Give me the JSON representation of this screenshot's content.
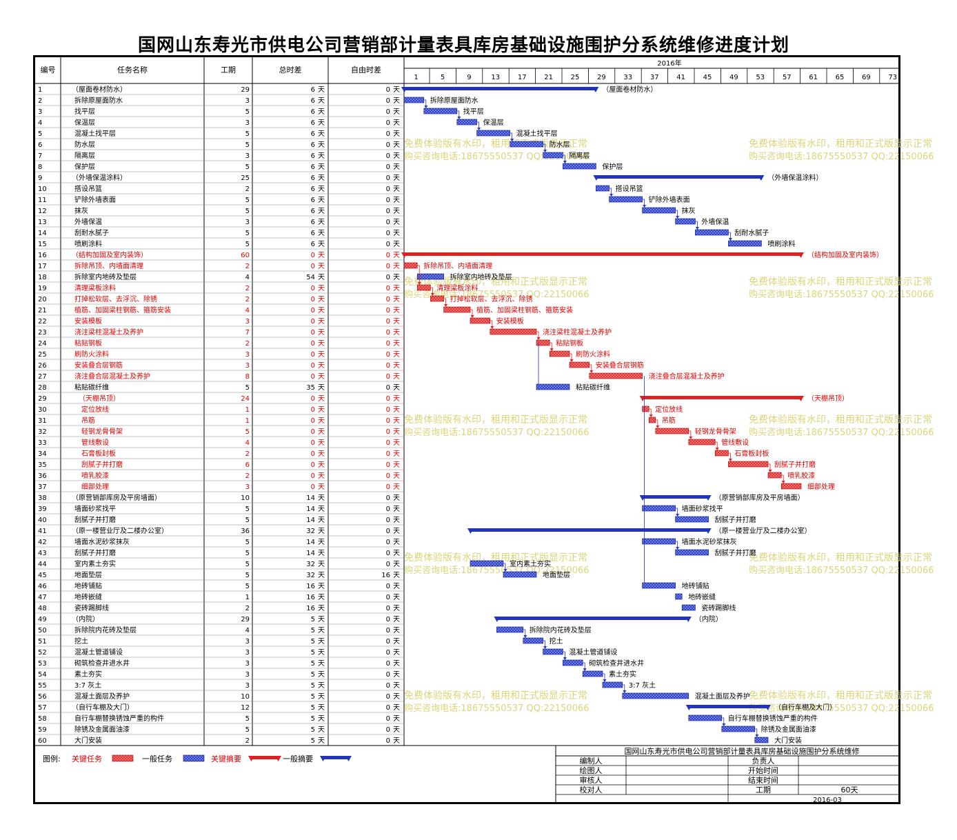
{
  "title": "国网山东寿光市供电公司营销部计量表具库房基础设施围护分系统维修进度计划",
  "columns": {
    "id": "编号",
    "name": "任务名称",
    "dur": "工期",
    "total": "总时差",
    "free": "自由时差"
  },
  "year_label": "2016年",
  "time_ticks": [
    1,
    5,
    9,
    13,
    17,
    21,
    25,
    29,
    33,
    37,
    41,
    45,
    49,
    53,
    57,
    61,
    65,
    69,
    73
  ],
  "unit": "天",
  "colors": {
    "critical": "#dd2222",
    "normal": "#2233bb",
    "text_critical": "#dd0000",
    "text_normal": "#000000"
  },
  "watermark": {
    "line1": "免费体验版有水印，租用和正式版显示正常",
    "line2": "购买咨询电话:18675550537 QQ:22150066"
  },
  "legend": {
    "label": "图例:",
    "critical_task": "关键任务",
    "normal_task": "一般任务",
    "critical_summary": "关键摘要",
    "normal_summary": "一般摘要"
  },
  "info_block": {
    "title": "国网山东寿光市供电公司营销部计量表具库房基础设施围护分系统维修",
    "rows": [
      [
        "编制人",
        "",
        "负责人",
        ""
      ],
      [
        "绘图人",
        "",
        "开始时间",
        ""
      ],
      [
        "审核人",
        "",
        "结束时间",
        ""
      ],
      [
        "校对人",
        "",
        "工期",
        "60天"
      ]
    ],
    "date": "2016-03"
  },
  "chart_data": {
    "type": "gantt",
    "x_axis_label": "2016年",
    "xlim": [
      0,
      75
    ],
    "tasks": [
      {
        "id": 1,
        "name": "（屋面卷材防水）",
        "dur": 29,
        "total": 6,
        "free": 0,
        "start": 0,
        "critical": false,
        "summary": true,
        "indent": 0
      },
      {
        "id": 2,
        "name": "拆除原屋面防水",
        "dur": 3,
        "total": 6,
        "free": 0,
        "start": 0,
        "critical": false,
        "summary": false,
        "indent": 0
      },
      {
        "id": 3,
        "name": "找平层",
        "dur": 5,
        "total": 6,
        "free": 0,
        "start": 3,
        "critical": false,
        "summary": false,
        "indent": 0
      },
      {
        "id": 4,
        "name": "保温层",
        "dur": 3,
        "total": 6,
        "free": 0,
        "start": 8,
        "critical": false,
        "summary": false,
        "indent": 0
      },
      {
        "id": 5,
        "name": "混凝土找平层",
        "dur": 5,
        "total": 6,
        "free": 0,
        "start": 11,
        "critical": false,
        "summary": false,
        "indent": 0
      },
      {
        "id": 6,
        "name": "防水层",
        "dur": 5,
        "total": 6,
        "free": 0,
        "start": 16,
        "critical": false,
        "summary": false,
        "indent": 0
      },
      {
        "id": 7,
        "name": "隔离层",
        "dur": 3,
        "total": 6,
        "free": 0,
        "start": 21,
        "critical": false,
        "summary": false,
        "indent": 0
      },
      {
        "id": 8,
        "name": "保护层",
        "dur": 5,
        "total": 6,
        "free": 0,
        "start": 24,
        "critical": false,
        "summary": false,
        "indent": 0
      },
      {
        "id": 9,
        "name": "（外墙保温涂料）",
        "dur": 25,
        "total": 6,
        "free": 0,
        "start": 29,
        "critical": false,
        "summary": true,
        "indent": 0
      },
      {
        "id": 10,
        "name": "搭设吊篮",
        "dur": 2,
        "total": 6,
        "free": 0,
        "start": 29,
        "critical": false,
        "summary": false,
        "indent": 0
      },
      {
        "id": 11,
        "name": "铲除外墙表面",
        "dur": 5,
        "total": 6,
        "free": 0,
        "start": 31,
        "critical": false,
        "summary": false,
        "indent": 0
      },
      {
        "id": 12,
        "name": "抹灰",
        "dur": 5,
        "total": 6,
        "free": 0,
        "start": 36,
        "critical": false,
        "summary": false,
        "indent": 0
      },
      {
        "id": 13,
        "name": "外墙保温",
        "dur": 3,
        "total": 6,
        "free": 0,
        "start": 41,
        "critical": false,
        "summary": false,
        "indent": 0
      },
      {
        "id": 14,
        "name": "刮耐水腻子",
        "dur": 5,
        "total": 6,
        "free": 0,
        "start": 44,
        "critical": false,
        "summary": false,
        "indent": 0
      },
      {
        "id": 15,
        "name": "喷刷涂料",
        "dur": 5,
        "total": 6,
        "free": 0,
        "start": 49,
        "critical": false,
        "summary": false,
        "indent": 0
      },
      {
        "id": 16,
        "name": "（结构加固及室内装饰）",
        "dur": 60,
        "total": 0,
        "free": 0,
        "start": 0,
        "critical": true,
        "summary": true,
        "indent": 0
      },
      {
        "id": 17,
        "name": "拆除吊顶、内墙面清理",
        "dur": 2,
        "total": 0,
        "free": 0,
        "start": 0,
        "critical": true,
        "summary": false,
        "indent": 0
      },
      {
        "id": 18,
        "name": "拆除室内地砖及垫层",
        "dur": 4,
        "total": 54,
        "free": 0,
        "start": 2,
        "critical": false,
        "summary": false,
        "indent": 0
      },
      {
        "id": 19,
        "name": "清理梁板涂料",
        "dur": 2,
        "total": 0,
        "free": 0,
        "start": 2,
        "critical": true,
        "summary": false,
        "indent": 0
      },
      {
        "id": 20,
        "name": "打掉松软层、去浮沉、除锈",
        "dur": 2,
        "total": 0,
        "free": 0,
        "start": 4,
        "critical": true,
        "summary": false,
        "indent": 0
      },
      {
        "id": 21,
        "name": "植筋、加固梁柱钢筋、箍筋安装",
        "dur": 4,
        "total": 0,
        "free": 0,
        "start": 6,
        "critical": true,
        "summary": false,
        "indent": 0
      },
      {
        "id": 22,
        "name": "安装模板",
        "dur": 3,
        "total": 0,
        "free": 0,
        "start": 10,
        "critical": true,
        "summary": false,
        "indent": 0
      },
      {
        "id": 23,
        "name": "浇注梁柱混凝土及养护",
        "dur": 7,
        "total": 0,
        "free": 0,
        "start": 13,
        "critical": true,
        "summary": false,
        "indent": 0
      },
      {
        "id": 24,
        "name": "粘贴钢板",
        "dur": 2,
        "total": 0,
        "free": 0,
        "start": 20,
        "critical": true,
        "summary": false,
        "indent": 0
      },
      {
        "id": 25,
        "name": "刷防火涂料",
        "dur": 3,
        "total": 0,
        "free": 0,
        "start": 22,
        "critical": true,
        "summary": false,
        "indent": 0
      },
      {
        "id": 26,
        "name": "安装叠合层钢筋",
        "dur": 3,
        "total": 0,
        "free": 0,
        "start": 25,
        "critical": true,
        "summary": false,
        "indent": 0
      },
      {
        "id": 27,
        "name": "浇注叠合层混凝土及养护",
        "dur": 8,
        "total": 0,
        "free": 0,
        "start": 28,
        "critical": true,
        "summary": false,
        "indent": 0
      },
      {
        "id": 28,
        "name": "粘贴碳纤维",
        "dur": 5,
        "total": 35,
        "free": 0,
        "start": 20,
        "critical": false,
        "summary": false,
        "indent": 0
      },
      {
        "id": 29,
        "name": "（天棚吊顶）",
        "dur": 24,
        "total": 0,
        "free": 0,
        "start": 36,
        "critical": true,
        "summary": true,
        "indent": 1
      },
      {
        "id": 30,
        "name": "定位放线",
        "dur": 1,
        "total": 0,
        "free": 0,
        "start": 36,
        "critical": true,
        "summary": false,
        "indent": 1
      },
      {
        "id": 31,
        "name": "吊筋",
        "dur": 1,
        "total": 0,
        "free": 0,
        "start": 37,
        "critical": true,
        "summary": false,
        "indent": 1
      },
      {
        "id": 32,
        "name": "轻钢龙骨骨架",
        "dur": 5,
        "total": 0,
        "free": 0,
        "start": 38,
        "critical": true,
        "summary": false,
        "indent": 1
      },
      {
        "id": 33,
        "name": "管线敷设",
        "dur": 4,
        "total": 0,
        "free": 0,
        "start": 43,
        "critical": true,
        "summary": false,
        "indent": 1
      },
      {
        "id": 34,
        "name": "石膏板封板",
        "dur": 2,
        "total": 0,
        "free": 0,
        "start": 47,
        "critical": true,
        "summary": false,
        "indent": 1
      },
      {
        "id": 35,
        "name": "刮腻子并打磨",
        "dur": 6,
        "total": 0,
        "free": 0,
        "start": 49,
        "critical": true,
        "summary": false,
        "indent": 1
      },
      {
        "id": 36,
        "name": "喷乳胶漆",
        "dur": 2,
        "total": 0,
        "free": 0,
        "start": 55,
        "critical": true,
        "summary": false,
        "indent": 1
      },
      {
        "id": 37,
        "name": "细部处理",
        "dur": 3,
        "total": 0,
        "free": 0,
        "start": 57,
        "critical": true,
        "summary": false,
        "indent": 1
      },
      {
        "id": 38,
        "name": "（原营销部库房及平房墙面）",
        "dur": 10,
        "total": 14,
        "free": 0,
        "start": 36,
        "critical": false,
        "summary": true,
        "indent": 0
      },
      {
        "id": 39,
        "name": "墙面砂浆找平",
        "dur": 5,
        "total": 14,
        "free": 0,
        "start": 36,
        "critical": false,
        "summary": false,
        "indent": 0
      },
      {
        "id": 40,
        "name": "刮腻子并打磨",
        "dur": 5,
        "total": 14,
        "free": 0,
        "start": 41,
        "critical": false,
        "summary": false,
        "indent": 0
      },
      {
        "id": 41,
        "name": "（原一楼营业厅及二楼办公室）",
        "dur": 36,
        "total": 32,
        "free": 0,
        "start": 10,
        "critical": false,
        "summary": true,
        "indent": 0
      },
      {
        "id": 42,
        "name": "墙面水泥砂浆抹灰",
        "dur": 5,
        "total": 14,
        "free": 0,
        "start": 36,
        "critical": false,
        "summary": false,
        "indent": 0
      },
      {
        "id": 43,
        "name": "刮腻子并打磨",
        "dur": 5,
        "total": 14,
        "free": 0,
        "start": 41,
        "critical": false,
        "summary": false,
        "indent": 0
      },
      {
        "id": 44,
        "name": "室内素土夯实",
        "dur": 5,
        "total": 32,
        "free": 0,
        "start": 10,
        "critical": false,
        "summary": false,
        "indent": 0
      },
      {
        "id": 45,
        "name": "地面垫层",
        "dur": 5,
        "total": 32,
        "free": 16,
        "start": 15,
        "critical": false,
        "summary": false,
        "indent": 0
      },
      {
        "id": 46,
        "name": "地砖铺贴",
        "dur": 5,
        "total": 16,
        "free": 0,
        "start": 36,
        "critical": false,
        "summary": false,
        "indent": 0
      },
      {
        "id": 47,
        "name": "地砖嵌缝",
        "dur": 1,
        "total": 16,
        "free": 0,
        "start": 41,
        "critical": false,
        "summary": false,
        "indent": 0
      },
      {
        "id": 48,
        "name": "瓷砖踢脚线",
        "dur": 2,
        "total": 16,
        "free": 0,
        "start": 42,
        "critical": false,
        "summary": false,
        "indent": 0
      },
      {
        "id": 49,
        "name": "（内院）",
        "dur": 29,
        "total": 5,
        "free": 0,
        "start": 14,
        "critical": false,
        "summary": true,
        "indent": 0
      },
      {
        "id": 50,
        "name": "拆除院内花砖及垫层",
        "dur": 4,
        "total": 5,
        "free": 0,
        "start": 14,
        "critical": false,
        "summary": false,
        "indent": 0
      },
      {
        "id": 51,
        "name": "挖土",
        "dur": 3,
        "total": 5,
        "free": 0,
        "start": 18,
        "critical": false,
        "summary": false,
        "indent": 0
      },
      {
        "id": 52,
        "name": "混凝土管道铺设",
        "dur": 3,
        "total": 5,
        "free": 0,
        "start": 21,
        "critical": false,
        "summary": false,
        "indent": 0
      },
      {
        "id": 53,
        "name": "砌筑检查井进水井",
        "dur": 3,
        "total": 5,
        "free": 0,
        "start": 24,
        "critical": false,
        "summary": false,
        "indent": 0
      },
      {
        "id": 54,
        "name": "素土夯实",
        "dur": 3,
        "total": 5,
        "free": 0,
        "start": 27,
        "critical": false,
        "summary": false,
        "indent": 0
      },
      {
        "id": 55,
        "name": "3:7 灰土",
        "dur": 3,
        "total": 5,
        "free": 0,
        "start": 30,
        "critical": false,
        "summary": false,
        "indent": 0
      },
      {
        "id": 56,
        "name": "混凝土面层及养护",
        "dur": 10,
        "total": 5,
        "free": 0,
        "start": 33,
        "critical": false,
        "summary": false,
        "indent": 0
      },
      {
        "id": 57,
        "name": "（自行车棚及大门）",
        "dur": 12,
        "total": 5,
        "free": 0,
        "start": 43,
        "critical": false,
        "summary": true,
        "indent": 0
      },
      {
        "id": 58,
        "name": "自行车棚替换锈蚀严重的构件",
        "dur": 5,
        "total": 5,
        "free": 0,
        "start": 43,
        "critical": false,
        "summary": false,
        "indent": 0
      },
      {
        "id": 59,
        "name": "除锈及金属面油漆",
        "dur": 5,
        "total": 5,
        "free": 0,
        "start": 48,
        "critical": false,
        "summary": false,
        "indent": 0
      },
      {
        "id": 60,
        "name": "大门安装",
        "dur": 2,
        "total": 5,
        "free": 0,
        "start": 53,
        "critical": false,
        "summary": false,
        "indent": 0
      }
    ]
  }
}
